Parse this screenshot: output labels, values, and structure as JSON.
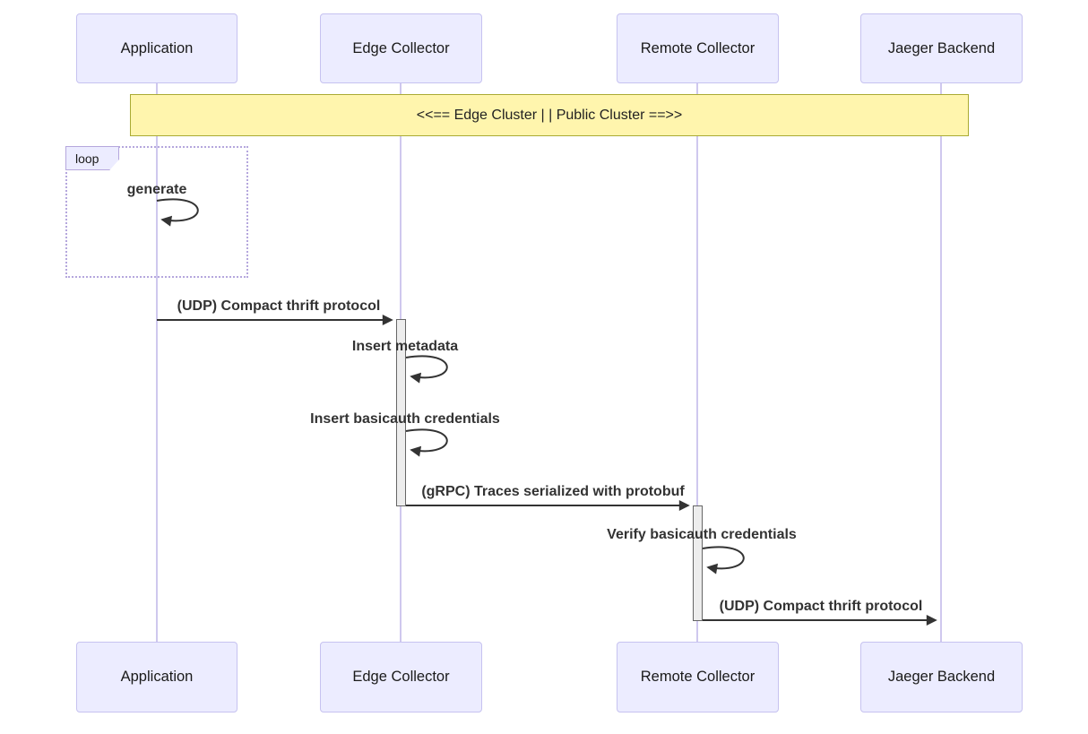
{
  "diagram_type": "sequence-diagram",
  "participants": [
    {
      "name": "Application"
    },
    {
      "name": "Edge Collector"
    },
    {
      "name": "Remote Collector"
    },
    {
      "name": "Jaeger Backend"
    }
  ],
  "note": {
    "text": "<<== Edge Cluster | | Public Cluster ==>>",
    "span": "Application to Jaeger Backend"
  },
  "loop": {
    "label": "loop",
    "message": "generate",
    "participant": "Application"
  },
  "messages": [
    {
      "from": "Application",
      "to": "Edge Collector",
      "label": "(UDP) Compact thrift protocol",
      "kind": "arrow"
    },
    {
      "from": "Edge Collector",
      "to": "Edge Collector",
      "label": "Insert metadata",
      "kind": "self"
    },
    {
      "from": "Edge Collector",
      "to": "Edge Collector",
      "label": "Insert basicauth credentials",
      "kind": "self"
    },
    {
      "from": "Edge Collector",
      "to": "Remote Collector",
      "label": "(gRPC) Traces serialized with protobuf",
      "kind": "arrow"
    },
    {
      "from": "Remote Collector",
      "to": "Remote Collector",
      "label": "Verify basicauth credentials",
      "kind": "self"
    },
    {
      "from": "Remote Collector",
      "to": "Jaeger Backend",
      "label": "(UDP) Compact thrift protocol",
      "kind": "arrow"
    }
  ],
  "colors": {
    "actorFill": "#ECECFF",
    "actorBorder": "#c6c2f0",
    "lifeline": "#cfc8ee",
    "noteFill": "#fff5ad",
    "noteBorder": "#aaaa33",
    "loopBorder": "#b5a7dd",
    "activationFill": "#ededed",
    "activationBorder": "#666666",
    "lineColor": "#333333"
  }
}
